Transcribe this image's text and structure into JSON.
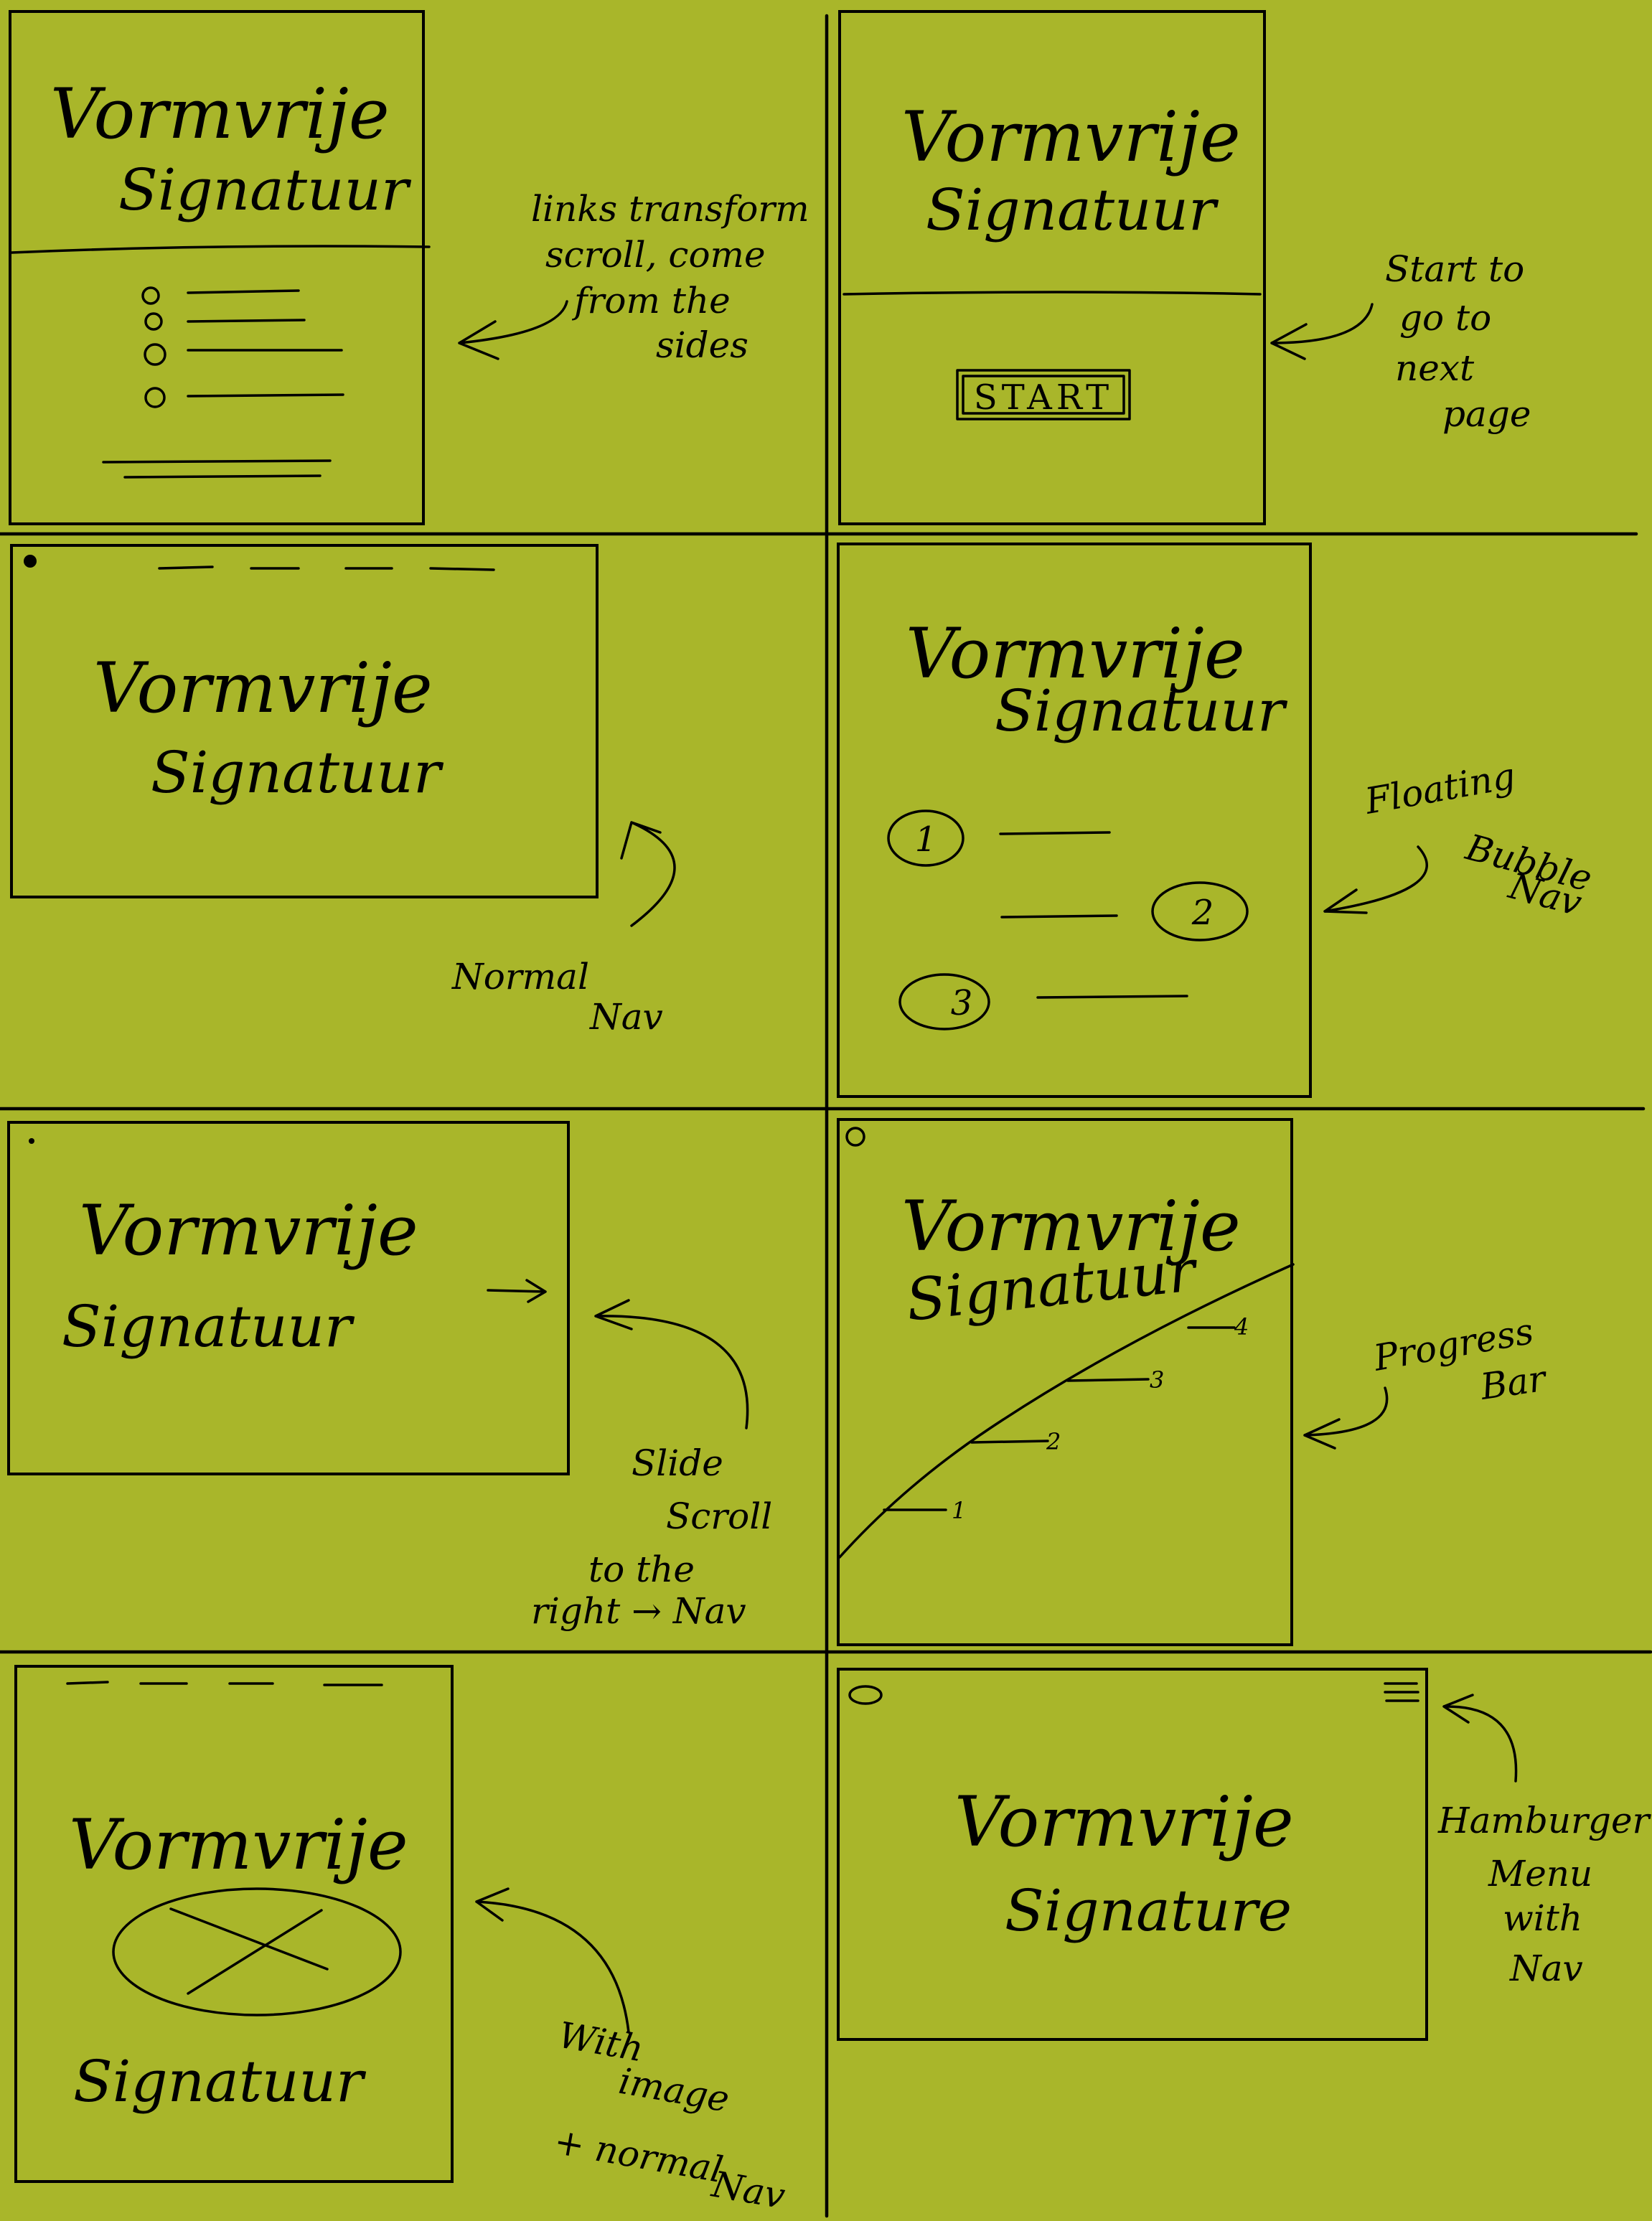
{
  "colors": {
    "background": "#a9b62a",
    "ink": "#000000"
  },
  "sketches": {
    "s1": {
      "title": "Vormvrije",
      "subtitle": "Signatuur",
      "note": [
        "links transform",
        "scroll, come",
        "from the",
        "sides"
      ]
    },
    "s2": {
      "title": "Vormvrije",
      "subtitle": "Signatuur",
      "button": "START",
      "note": [
        "Start to",
        "go to",
        "next",
        "page"
      ]
    },
    "s3": {
      "title": "Vormvrije",
      "subtitle": "Signatuur",
      "note": [
        "Normal",
        "Nav"
      ]
    },
    "s4": {
      "title": "Vormvrije",
      "subtitle": "Signatuur",
      "bubbles": [
        "1",
        "2",
        "3"
      ],
      "note": [
        "Floating",
        "Bubble",
        "Nav"
      ]
    },
    "s5": {
      "title": "Vormvrije",
      "subtitle": "Signatuur",
      "note": [
        "Slide",
        "Scroll",
        "to the",
        "right → Nav"
      ]
    },
    "s6": {
      "title": "Vormvrije",
      "subtitle": "Signatuur",
      "steps": [
        "1",
        "2",
        "3",
        "4"
      ],
      "note": [
        "Progress",
        "Bar"
      ]
    },
    "s7": {
      "title": "Vormvrije",
      "subtitle": "Signatuur",
      "note": [
        "With",
        "image",
        "+ normal",
        "Nav"
      ]
    },
    "s8": {
      "title": "Vormvrije",
      "subtitle": "Signature",
      "note": [
        "Hamburger",
        "Menu",
        "with",
        "Nav"
      ]
    }
  }
}
